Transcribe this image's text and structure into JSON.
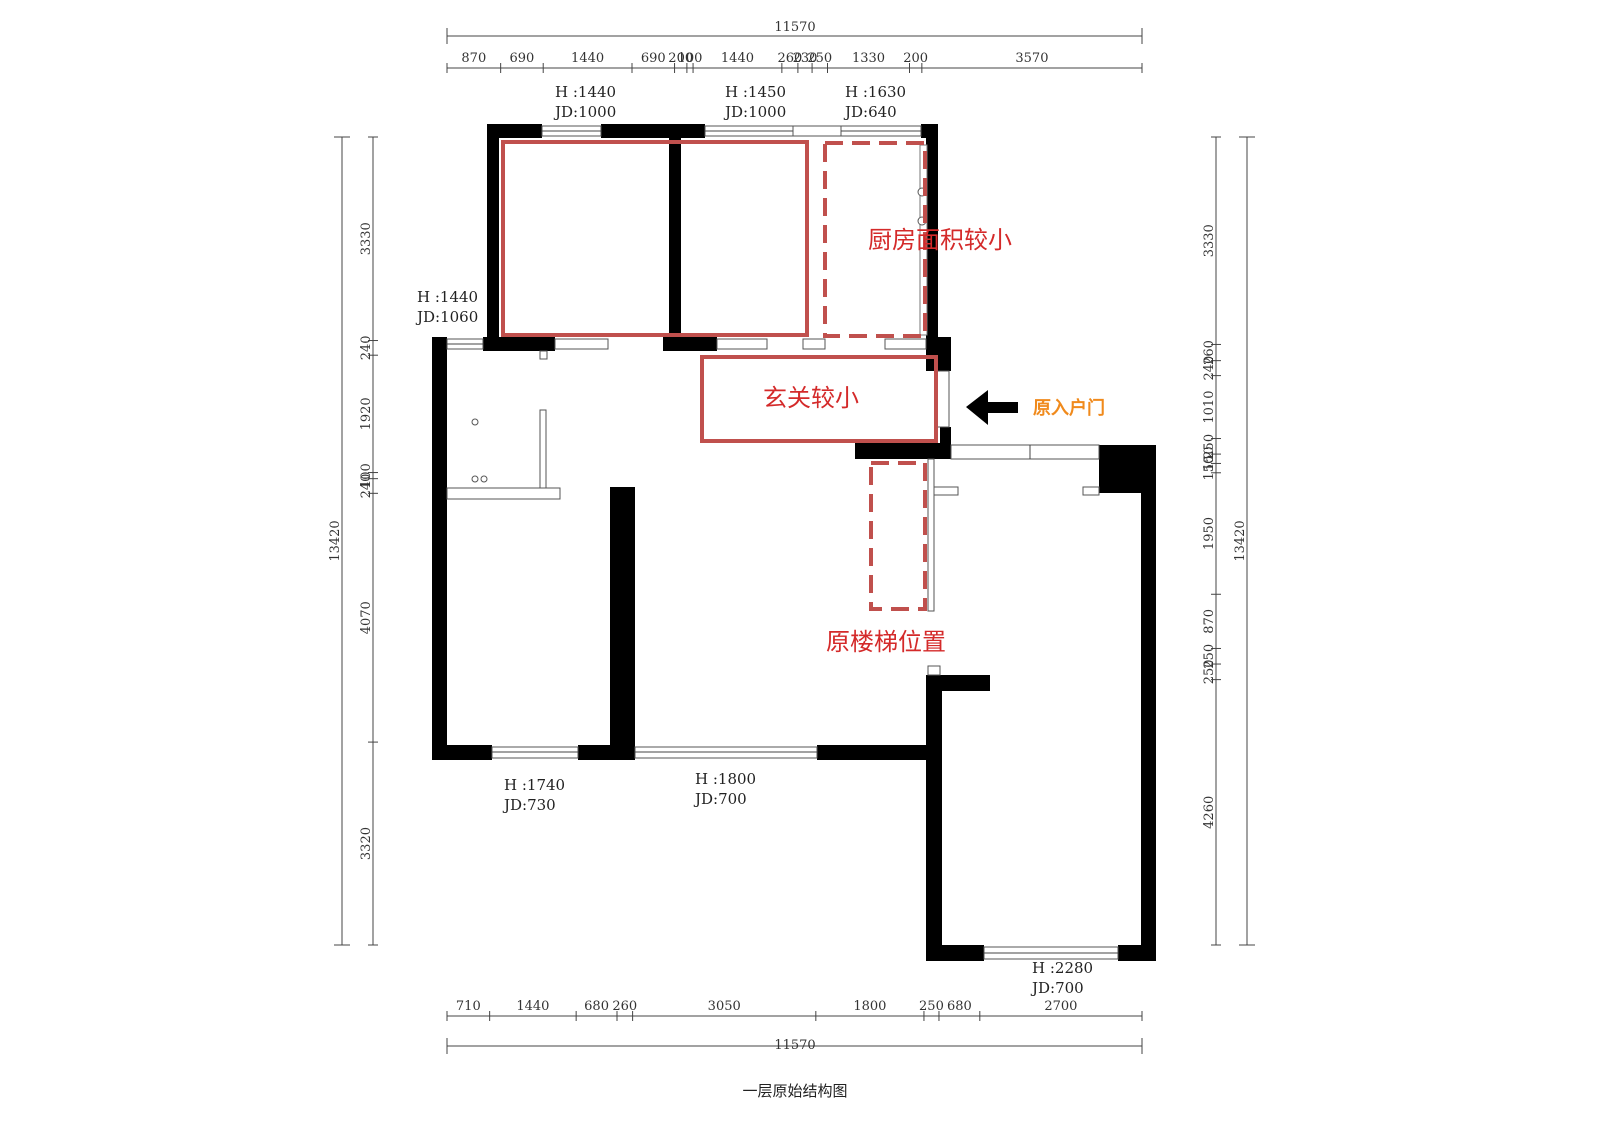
{
  "title": "一层原始结构图",
  "colors": {
    "highlight": "#c0504d",
    "annotation": "#d42a2a",
    "entry_label": "#f08a1c",
    "wall": "#000000"
  },
  "top_total": "11570",
  "top_segments": [
    "870",
    "690",
    "1440",
    "690",
    "200",
    "100",
    "1440",
    "260",
    "230",
    "250",
    "1330",
    "200",
    "3570"
  ],
  "bottom_total": "11570",
  "bottom_segments": [
    "710",
    "1440",
    "680",
    "260",
    "3050",
    "1800",
    "250",
    "680",
    "2700"
  ],
  "left_total": "13420",
  "left_segments": [
    "3330",
    "240",
    "1920",
    "100",
    "240",
    "4070",
    "3320"
  ],
  "right_total": "13420",
  "right_segments": [
    "3330",
    "260",
    "240",
    "1010",
    "250",
    "150",
    "150",
    "1950",
    "870",
    "250",
    "250",
    "4260"
  ],
  "windows": [
    {
      "h": "H :1440",
      "jd": "JD:1000"
    },
    {
      "h": "H :1450",
      "jd": "JD:1000"
    },
    {
      "h": "H :1630",
      "jd": "JD:640"
    },
    {
      "h": "H :1440",
      "jd": "JD:1060"
    },
    {
      "h": "H :1740",
      "jd": "JD:730"
    },
    {
      "h": "H :1800",
      "jd": "JD:700"
    },
    {
      "h": "H :2280",
      "jd": "JD:700"
    }
  ],
  "annotations": {
    "kitchen": "厨房面积较小",
    "entrance": "玄关较小",
    "stairs": "原楼梯位置",
    "door": "原入户门"
  }
}
